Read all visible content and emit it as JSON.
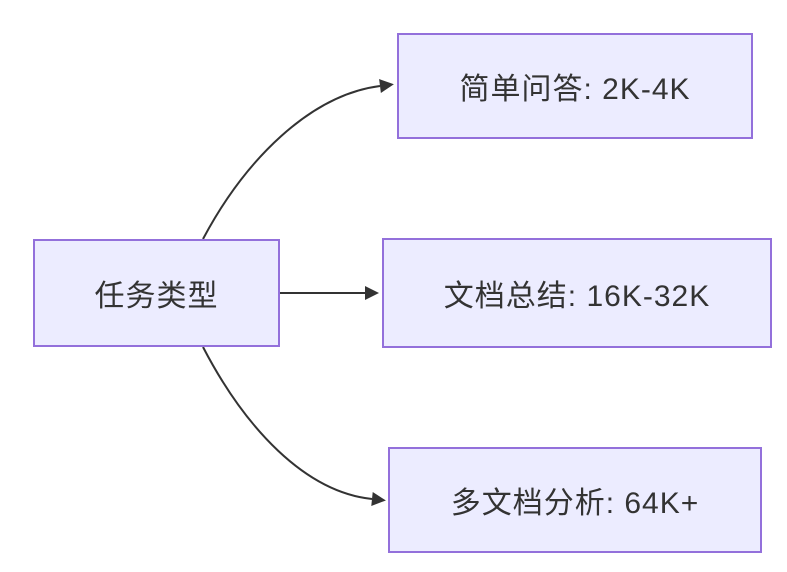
{
  "diagram": {
    "type": "flowchart-left-to-right",
    "background_color": "#ffffff",
    "node_fill_color": "#ECECFF",
    "node_border_color": "#9370DB",
    "edge_color": "#333333",
    "text_color": "#333333",
    "nodes": [
      {
        "id": "task-type",
        "label": "任务类型"
      },
      {
        "id": "simple-qa",
        "label": "简单问答: 2K-4K"
      },
      {
        "id": "doc-summary",
        "label": "文档总结: 16K-32K"
      },
      {
        "id": "multi-doc",
        "label": "多文档分析: 64K+"
      }
    ],
    "edges": [
      {
        "from": "task-type",
        "to": "simple-qa"
      },
      {
        "from": "task-type",
        "to": "doc-summary"
      },
      {
        "from": "task-type",
        "to": "multi-doc"
      }
    ]
  }
}
